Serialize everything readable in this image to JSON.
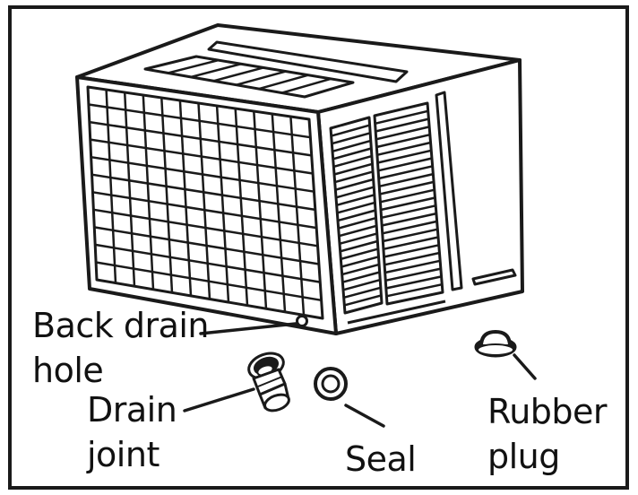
{
  "labels": {
    "back_drain_hole": [
      "Back drain",
      "hole"
    ],
    "drain_joint": [
      "Drain",
      "joint"
    ],
    "seal": "Seal",
    "rubber_plug": [
      "Rubber",
      "plug"
    ]
  }
}
